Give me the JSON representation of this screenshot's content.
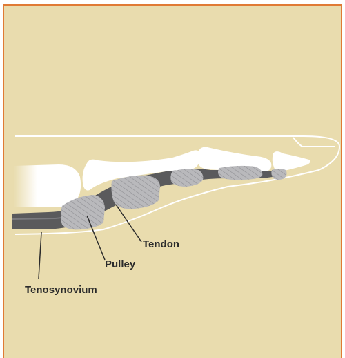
{
  "diagram": {
    "labels": {
      "tendon": "Tendon",
      "pulley": "Pulley",
      "tenosynovium": "Tenosynovium"
    },
    "colors": {
      "background": "#e9dcae",
      "border": "#e07a35",
      "bone": "#ffffff",
      "tendon": "#5a5a5c",
      "pulley": "#b9b9bc",
      "outline": "#ffffff",
      "text": "#2b2b2b"
    }
  }
}
